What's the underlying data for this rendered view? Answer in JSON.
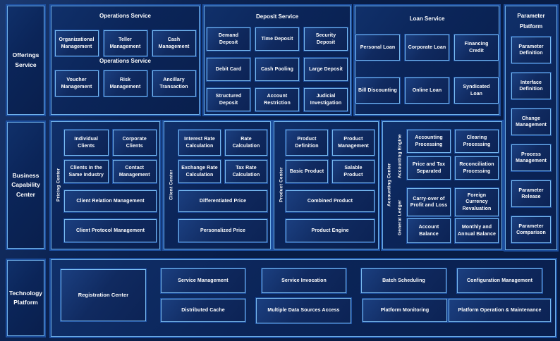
{
  "colors": {
    "background": "#081C45",
    "panel_fill": "#0B2559",
    "panel_border_inner": "#6FB0E8",
    "panel_border_outer": "#1D4F9E",
    "box_fill": "#102A60",
    "box_border": "#79BBF0",
    "text": "#FFFFFF"
  },
  "top_row": {
    "offerings": {
      "label": "Offerings Service"
    },
    "operations": {
      "title": "Operations Service",
      "subtitle": "Operations Service",
      "row1": [
        "Organizational Management",
        "Teller Management",
        "Cash Management"
      ],
      "row2": [
        "Voucher Management",
        "Risk Management",
        "Ancillary Transaction"
      ]
    },
    "deposit": {
      "title": "Deposit Service",
      "row1": [
        "Demand Deposit",
        "Time Deposit",
        "Security Deposit"
      ],
      "row2": [
        "Debit Card",
        "Cash Pooling",
        "Large Deposit"
      ],
      "row3": [
        "Structured Deposit",
        "Account Restriction",
        "Judicial Investigation"
      ]
    },
    "loan": {
      "title": "Loan Service",
      "row1": [
        "Personal Loan",
        "Corporate Loan",
        "Financing Credit"
      ],
      "row2": [
        "Bill Discounting",
        "Online Loan",
        "Syndicated Loan"
      ]
    }
  },
  "parameter_platform": {
    "title": "Parameter Platform",
    "items": [
      "Parameter Definition",
      "Interface Definition",
      "Change Management",
      "Process Management",
      "Parameter Release",
      "Parameter Comparison"
    ]
  },
  "middle_row": {
    "business_capability": {
      "label": "Business Capability Center"
    },
    "pricing": {
      "side_label": "Pricing Center",
      "row1": [
        "Individual Clients",
        "Corporate Clients"
      ],
      "row2": [
        "Clients in the Same Industry",
        "Contact Management"
      ],
      "wide1": "Client Relation Management",
      "wide2": "Client Protocol Management"
    },
    "client": {
      "side_label": "Client Center",
      "row1": [
        "Interest Rate Calculation",
        "Rate Calculation"
      ],
      "row2": [
        "Exchange Rate Calculation",
        "Tax Rate Calculation"
      ],
      "wide1": "Differentiated Price",
      "wide2": "Personalized Price"
    },
    "product": {
      "side_label": "Product Center",
      "row1": [
        "Product Definition",
        "Product Management"
      ],
      "row2": [
        "Basic Product",
        "Salable Product"
      ],
      "wide1": "Combined Product",
      "wide2": "Product Engine"
    },
    "accounting": {
      "side_label": "Accounting Center",
      "engine_label": "Accounting Engine",
      "ledger_label": "General Ledger",
      "row1": [
        "Accounting Processing",
        "Clearing Processing"
      ],
      "row2": [
        "Price and Tax Separated",
        "Reconciliation Processing"
      ],
      "row3": [
        "Carry-over of Profit and Loss",
        "Foreign Currency Revaluation"
      ],
      "row4": [
        "Account Balance",
        "Monthly and Annual Balance"
      ]
    }
  },
  "bottom_row": {
    "technology": {
      "label": "Technology Platform"
    },
    "registration": "Registration Center",
    "row1": [
      "Service Management",
      "Service Invocation",
      "Batch Scheduling",
      "Configuration Management"
    ],
    "row2": [
      "Distributed Cache",
      "Multiple Data Sources Access",
      "Platform Monitoring",
      "Platform Operation & Maintenance"
    ]
  }
}
